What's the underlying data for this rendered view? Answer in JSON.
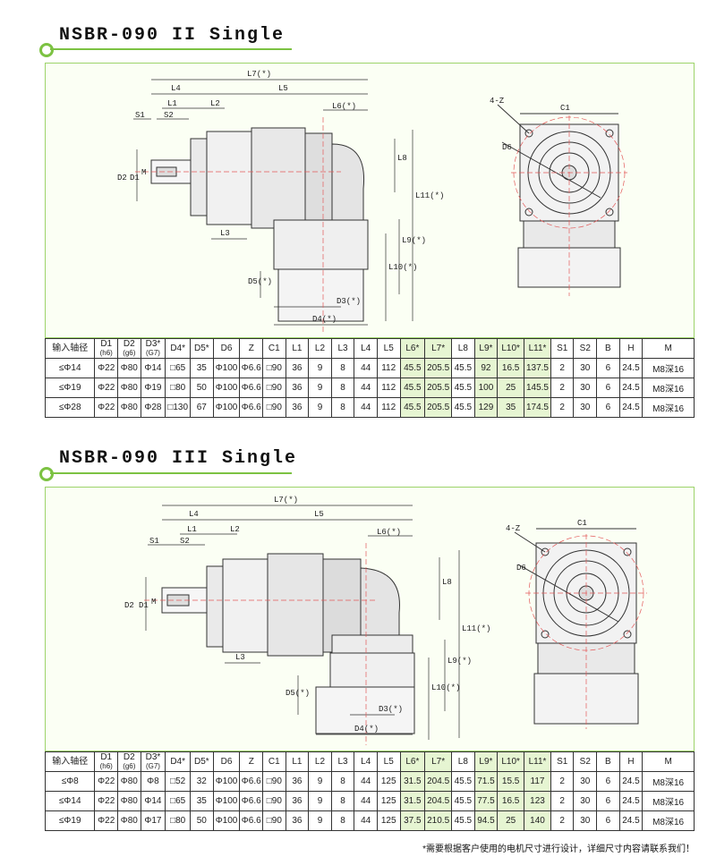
{
  "sections": [
    {
      "title": "NSBR-090 II Single",
      "headers": [
        {
          "main": "输入轴径",
          "sub": ""
        },
        {
          "main": "D1",
          "sub": "(h6)"
        },
        {
          "main": "D2",
          "sub": "(g6)"
        },
        {
          "main": "D3*",
          "sub": "(G7)"
        },
        {
          "main": "D4*",
          "sub": ""
        },
        {
          "main": "D5*",
          "sub": ""
        },
        {
          "main": "D6",
          "sub": ""
        },
        {
          "main": "Z",
          "sub": ""
        },
        {
          "main": "C1",
          "sub": ""
        },
        {
          "main": "L1",
          "sub": ""
        },
        {
          "main": "L2",
          "sub": ""
        },
        {
          "main": "L3",
          "sub": ""
        },
        {
          "main": "L4",
          "sub": ""
        },
        {
          "main": "L5",
          "sub": ""
        },
        {
          "main": "L6*",
          "sub": ""
        },
        {
          "main": "L7*",
          "sub": ""
        },
        {
          "main": "L8",
          "sub": ""
        },
        {
          "main": "L9*",
          "sub": ""
        },
        {
          "main": "L10*",
          "sub": ""
        },
        {
          "main": "L11*",
          "sub": ""
        },
        {
          "main": "S1",
          "sub": ""
        },
        {
          "main": "S2",
          "sub": ""
        },
        {
          "main": "B",
          "sub": ""
        },
        {
          "main": "H",
          "sub": ""
        },
        {
          "main": "M",
          "sub": ""
        }
      ],
      "rows": [
        [
          "≤Φ14",
          "Φ22",
          "Φ80",
          "Φ14",
          "□65",
          "35",
          "Φ100",
          "Φ6.6",
          "□90",
          "36",
          "9",
          "8",
          "44",
          "112",
          "45.5",
          "205.5",
          "45.5",
          "92",
          "16.5",
          "137.5",
          "2",
          "30",
          "6",
          "24.5",
          "M8深16"
        ],
        [
          "≤Φ19",
          "Φ22",
          "Φ80",
          "Φ19",
          "□80",
          "50",
          "Φ100",
          "Φ6.6",
          "□90",
          "36",
          "9",
          "8",
          "44",
          "112",
          "45.5",
          "205.5",
          "45.5",
          "100",
          "25",
          "145.5",
          "2",
          "30",
          "6",
          "24.5",
          "M8深16"
        ],
        [
          "≤Φ28",
          "Φ22",
          "Φ80",
          "Φ28",
          "□130",
          "67",
          "Φ100",
          "Φ6.6",
          "□90",
          "36",
          "9",
          "8",
          "44",
          "112",
          "45.5",
          "205.5",
          "45.5",
          "129",
          "35",
          "174.5",
          "2",
          "30",
          "6",
          "24.5",
          "M8深16"
        ]
      ]
    },
    {
      "title": "NSBR-090 III Single",
      "headers": [
        {
          "main": "输入轴径",
          "sub": ""
        },
        {
          "main": "D1",
          "sub": "(h6)"
        },
        {
          "main": "D2",
          "sub": "(g6)"
        },
        {
          "main": "D3*",
          "sub": "(G7)"
        },
        {
          "main": "D4*",
          "sub": ""
        },
        {
          "main": "D5*",
          "sub": ""
        },
        {
          "main": "D6",
          "sub": ""
        },
        {
          "main": "Z",
          "sub": ""
        },
        {
          "main": "C1",
          "sub": ""
        },
        {
          "main": "L1",
          "sub": ""
        },
        {
          "main": "L2",
          "sub": ""
        },
        {
          "main": "L3",
          "sub": ""
        },
        {
          "main": "L4",
          "sub": ""
        },
        {
          "main": "L5",
          "sub": ""
        },
        {
          "main": "L6*",
          "sub": ""
        },
        {
          "main": "L7*",
          "sub": ""
        },
        {
          "main": "L8",
          "sub": ""
        },
        {
          "main": "L9*",
          "sub": ""
        },
        {
          "main": "L10*",
          "sub": ""
        },
        {
          "main": "L11*",
          "sub": ""
        },
        {
          "main": "S1",
          "sub": ""
        },
        {
          "main": "S2",
          "sub": ""
        },
        {
          "main": "B",
          "sub": ""
        },
        {
          "main": "H",
          "sub": ""
        },
        {
          "main": "M",
          "sub": ""
        }
      ],
      "rows": [
        [
          "≤Φ8",
          "Φ22",
          "Φ80",
          "Φ8",
          "□52",
          "32",
          "Φ100",
          "Φ6.6",
          "□90",
          "36",
          "9",
          "8",
          "44",
          "125",
          "31.5",
          "204.5",
          "45.5",
          "71.5",
          "15.5",
          "117",
          "2",
          "30",
          "6",
          "24.5",
          "M8深16"
        ],
        [
          "≤Φ14",
          "Φ22",
          "Φ80",
          "Φ14",
          "□65",
          "35",
          "Φ100",
          "Φ6.6",
          "□90",
          "36",
          "9",
          "8",
          "44",
          "125",
          "31.5",
          "204.5",
          "45.5",
          "77.5",
          "16.5",
          "123",
          "2",
          "30",
          "6",
          "24.5",
          "M8深16"
        ],
        [
          "≤Φ19",
          "Φ22",
          "Φ80",
          "Φ17",
          "□80",
          "50",
          "Φ100",
          "Φ6.6",
          "□90",
          "36",
          "9",
          "8",
          "44",
          "125",
          "37.5",
          "210.5",
          "45.5",
          "94.5",
          "25",
          "140",
          "2",
          "30",
          "6",
          "24.5",
          "M8深16"
        ]
      ]
    }
  ],
  "labels": {
    "L7": "L7(*)",
    "L4": "L4",
    "L5": "L5",
    "L1": "L1",
    "L2": "L2",
    "S1": "S1",
    "S2": "S2",
    "L6": "L6(*)",
    "L8": "L8",
    "L11": "L11(*)",
    "L9": "L9(*)",
    "L10": "L10(*)",
    "D2": "D2",
    "D1": "D1",
    "M": "M",
    "L3": "L3",
    "D5": "D5(*)",
    "D3": "D3(*)",
    "D4": "D4(*)",
    "Z": "4-Z",
    "C1": "C1",
    "D6": "D6"
  },
  "footnote": "*需要根据客户使用的电机尺寸进行设计，详细尺寸内容请联系我们！",
  "colors": {
    "accent": "#7cc242",
    "highlight": "#e6f5d2",
    "box": "#fbfff4"
  }
}
